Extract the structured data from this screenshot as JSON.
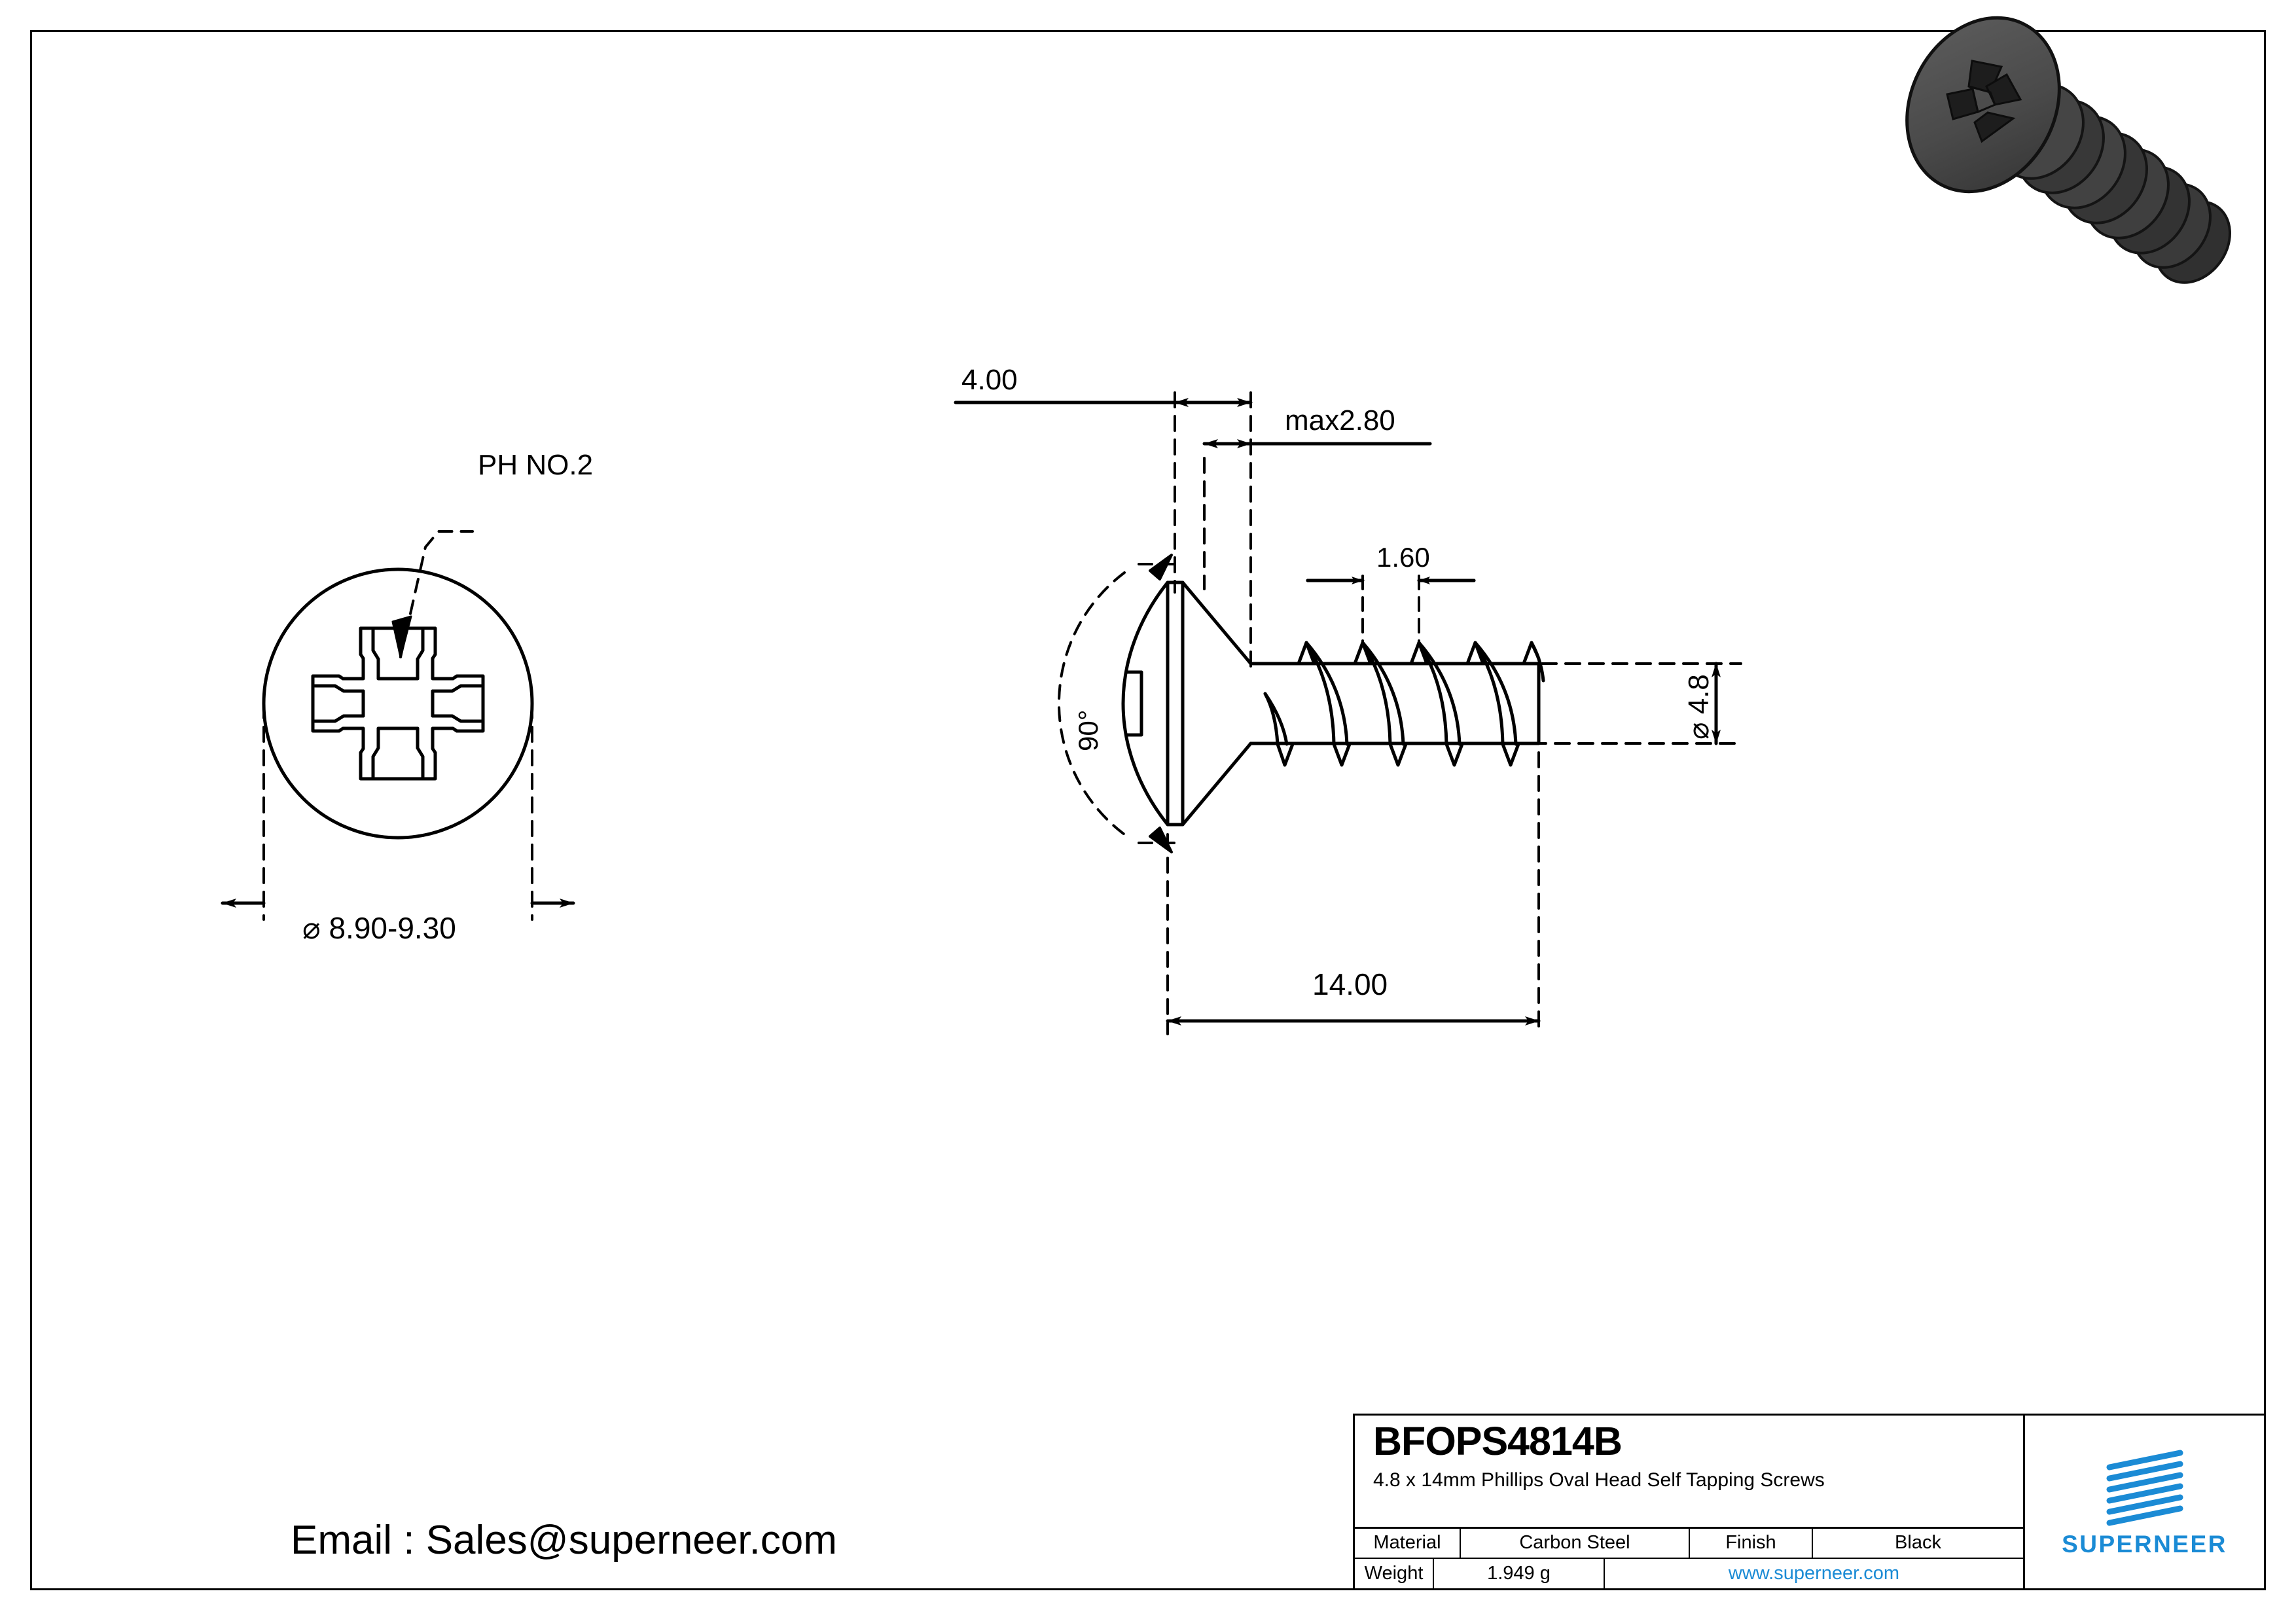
{
  "document": {
    "type": "engineering-drawing",
    "background": "#ffffff",
    "line_color": "#000000",
    "accent_color": "#1b8bd5"
  },
  "contact": {
    "email_line": "Email : Sales@superneer.com"
  },
  "title_block": {
    "part_number": "BFOPS4814B",
    "description": "4.8 x 14mm Phillips Oval Head Self Tapping Screws",
    "specs": [
      {
        "label": "Material",
        "value": "Carbon Steel",
        "label2": "Finish",
        "value2": "Black"
      },
      {
        "label": "Weight",
        "value": "1.949 g",
        "website": "www.superneer.com"
      }
    ],
    "logo": {
      "wordmark": "SUPERNEER",
      "mark_color": "#1b8bd5",
      "mark_stripes": 7
    }
  },
  "views": {
    "top_view": {
      "name": "head-end-view",
      "drive_callout": "PH NO.2",
      "head_diameter_dim": "⌀ 8.90-9.30"
    },
    "side_view": {
      "name": "side-section-view",
      "dims": {
        "head_diameter": "4.00",
        "head_height_max": "max2.80",
        "thread_pitch": "1.60",
        "shank_diameter": "⌀ 4.8",
        "overall_length": "14.00",
        "countersink_angle": "90°"
      }
    },
    "render": {
      "name": "3d-screw-render",
      "body_color": "#3d3d3d",
      "highlight_color": "#585858",
      "shadow_color": "#262626"
    }
  }
}
